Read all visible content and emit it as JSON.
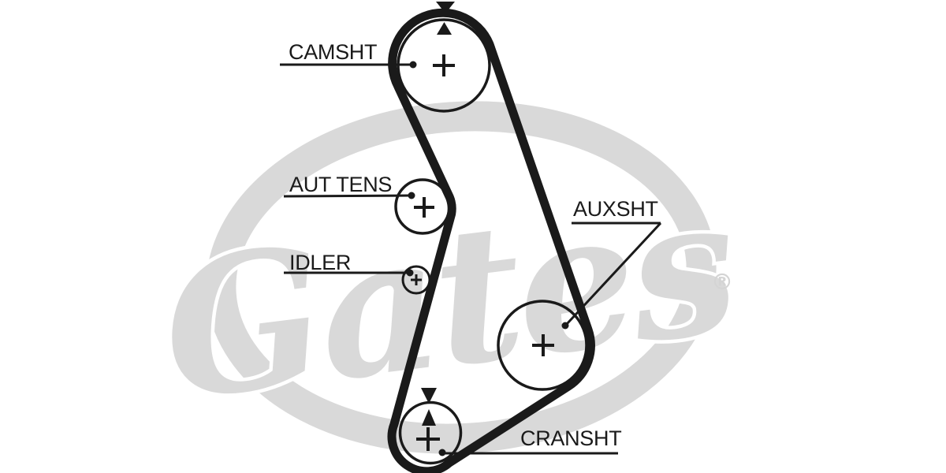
{
  "watermark": {
    "brand": "Gates",
    "registered_symbol": "®",
    "color": "#d9d9d9"
  },
  "diagram": {
    "type": "timing-belt-routing",
    "ink_color": "#1a1a1a",
    "background_color": "#ffffff",
    "labels": {
      "camshaft": "CAMSHT",
      "auto_tensioner": "AUT TENS",
      "idler": "IDLER",
      "auxiliary_shaft": "AUXSHT",
      "crankshaft": "CRANSHT"
    },
    "pulleys": [
      {
        "id": "camshaft",
        "label": "CAMSHT",
        "center_mark": "+",
        "timing_marks": "double-triangle"
      },
      {
        "id": "auto-tensioner",
        "label": "AUT TENS",
        "center_mark": "+",
        "timing_marks": ""
      },
      {
        "id": "idler",
        "label": "IDLER",
        "center_mark": "+",
        "timing_marks": ""
      },
      {
        "id": "auxiliary-shaft",
        "label": "AUXSHT",
        "center_mark": "+",
        "timing_marks": ""
      },
      {
        "id": "crankshaft",
        "label": "CRANSHT",
        "center_mark": "+",
        "timing_marks": "double-triangle"
      }
    ]
  }
}
